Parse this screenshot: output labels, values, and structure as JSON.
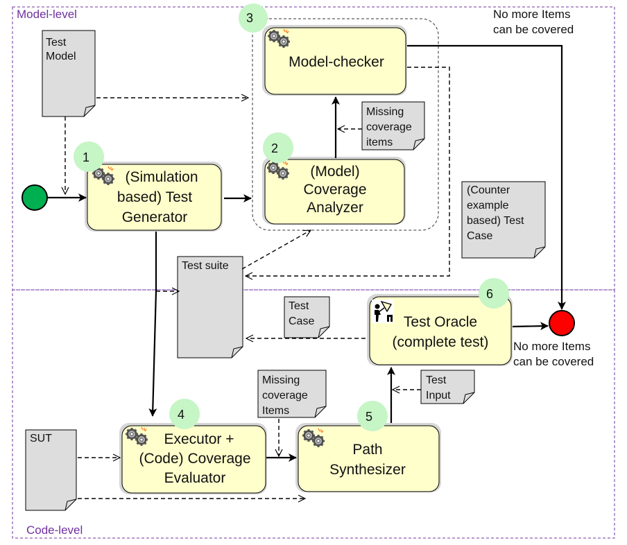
{
  "levels": {
    "model": "Model-level",
    "code": "Code-level"
  },
  "colors": {
    "level_border": "#7030a0",
    "box_fill": "#ffffcc",
    "doc_fill": "#dddddd",
    "badge_fill": "#c6f5c6",
    "start_fill": "#00b050",
    "end_fill": "#ff0000"
  },
  "docs": {
    "test_model": [
      "Test",
      "Model"
    ],
    "missing_model": [
      "Missing",
      "coverage",
      "items"
    ],
    "counter_example": [
      "(Counter",
      "example",
      "based) Test",
      "Case"
    ],
    "test_suite": [
      "Test suite"
    ],
    "test_case": [
      "Test",
      "Case"
    ],
    "missing_code": [
      "Missing",
      "coverage",
      "Items"
    ],
    "test_input": [
      "Test",
      "Input"
    ],
    "sut": [
      "SUT"
    ]
  },
  "boxes": {
    "model_checker": [
      "Model-checker"
    ],
    "coverage_analyzer": [
      "(Model)",
      "Coverage",
      "Analyzer"
    ],
    "test_generator": [
      "(Simulation",
      "based) Test",
      "Generator"
    ],
    "test_oracle": [
      "Test Oracle",
      "(complete test)"
    ],
    "executor": [
      "Executor +",
      "(Code) Coverage",
      "Evaluator"
    ],
    "path_synth": [
      "Path",
      "Synthesizer"
    ]
  },
  "badges": {
    "b1": "1",
    "b2": "2",
    "b3": "3",
    "b4": "4",
    "b5": "5",
    "b6": "6"
  },
  "notes": {
    "top_right": [
      "No more Items",
      "can be covered"
    ],
    "bottom_right": [
      "No more Items",
      "can be covered"
    ]
  },
  "icons": {
    "gears": "gears-icon",
    "oracle": "oracle-figure-icon"
  }
}
